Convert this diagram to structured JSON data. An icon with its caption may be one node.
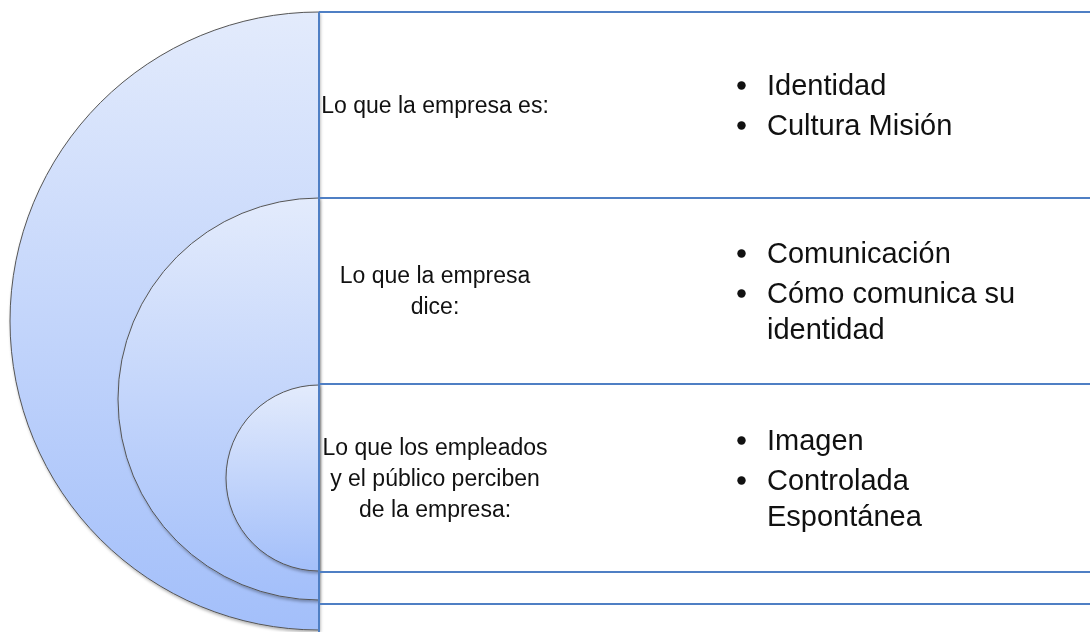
{
  "diagram": {
    "nodes": [
      {
        "text": [
          "Lo que la empresa es:",
          "Identidad",
          "Cultura Misión"
        ]
      },
      {
        "text": [
          "Lo que la empresa dice:",
          "Comunicación",
          "Cómo comunica su identidad"
        ]
      },
      {
        "text": [
          "Lo que los empleados y el público perciben de la empresa:",
          "Imagen",
          "Controlada Espontánea"
        ]
      }
    ]
  }
}
